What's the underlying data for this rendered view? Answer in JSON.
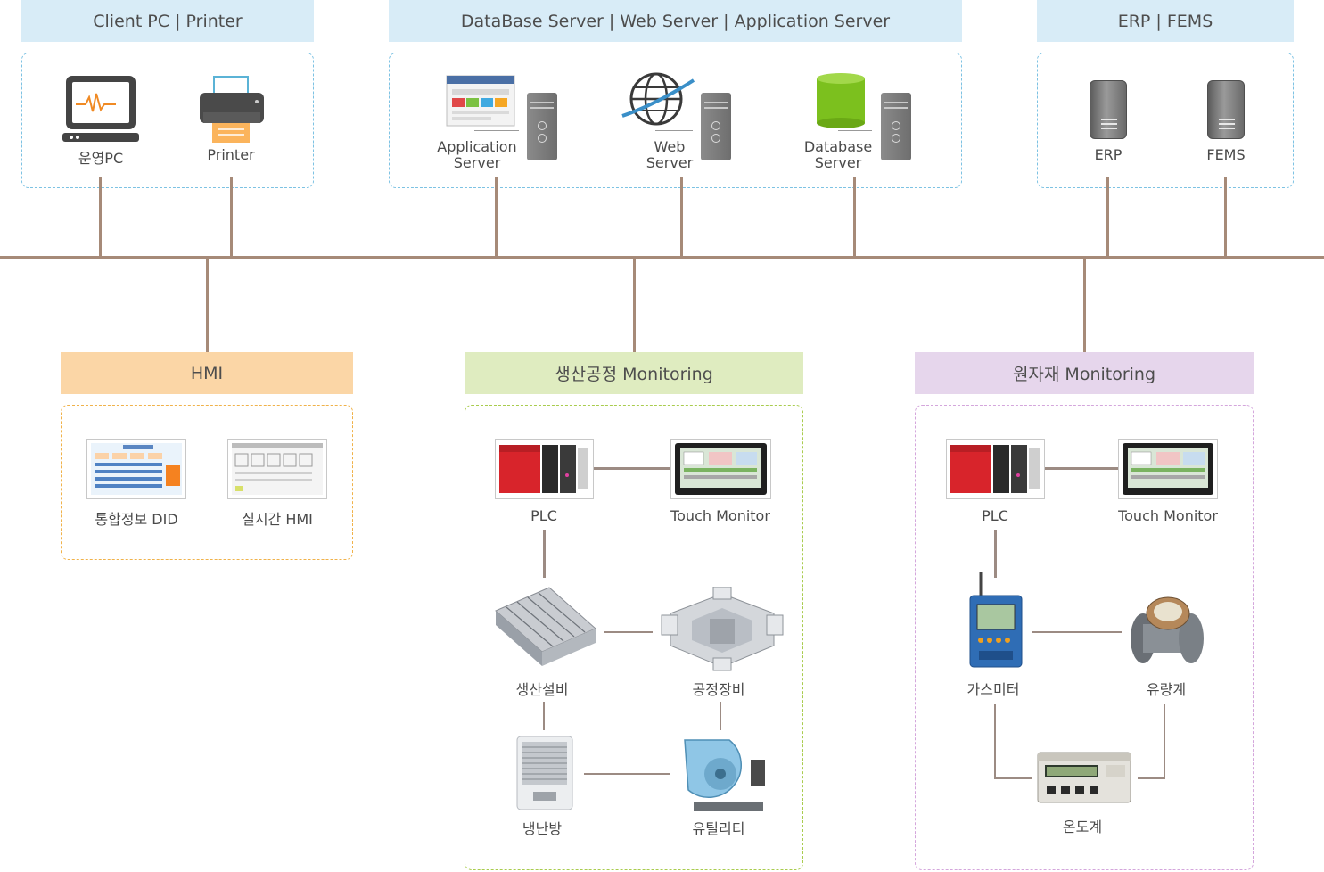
{
  "top": {
    "left_header": "Client PC | Printer",
    "center_header": "DataBase Server | Web Server | Application Server",
    "right_header": "ERP | FEMS",
    "client": {
      "pc_label": "운영PC",
      "printer_label": "Printer"
    },
    "servers": {
      "app_label_1": "Application",
      "app_label_2": "Server",
      "web_label_1": "Web",
      "web_label_2": "Server",
      "db_label_1": "Database",
      "db_label_2": "Server"
    },
    "erp": {
      "erp_label": "ERP",
      "fems_label": "FEMS"
    }
  },
  "hmi": {
    "header": "HMI",
    "did_label": "통합정보 DID",
    "realtime_label": "실시간 HMI"
  },
  "production": {
    "header": "생산공정 Monitoring",
    "plc_label": "PLC",
    "touch_label": "Touch Monitor",
    "equipment_label": "생산설비",
    "process_label": "공정장비",
    "hvac_label": "냉난방",
    "utility_label": "유틸리티"
  },
  "material": {
    "header": "원자재 Monitoring",
    "plc_label": "PLC",
    "touch_label": "Touch Monitor",
    "gas_label": "가스미터",
    "flow_label": "유량계",
    "temp_label": "온도계"
  },
  "colors": {
    "bus": "#a68a78",
    "blue_header": "#d8ecf7",
    "orange_header": "#fbd6a6",
    "green_header": "#dfecc0",
    "purple_header": "#e6d6ec"
  }
}
